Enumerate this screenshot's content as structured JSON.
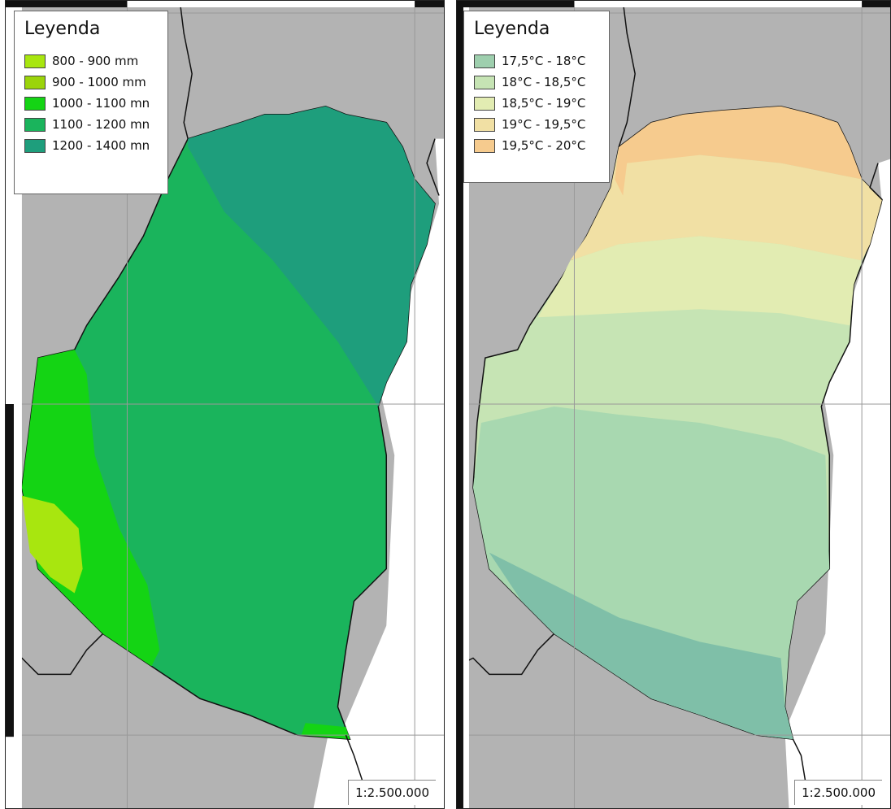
{
  "maps": [
    {
      "legend": {
        "title": "Leyenda",
        "items": [
          {
            "label": "800 - 900 mm",
            "color": "#a8e60f"
          },
          {
            "label": "900 - 1000 mm",
            "color": "#9bd40a"
          },
          {
            "label": "1000 - 1100 mn",
            "color": "#14d414"
          },
          {
            "label": "1100 - 1200 mn",
            "color": "#1ab45c"
          },
          {
            "label": "1200 - 1400 mn",
            "color": "#1e9e7c"
          }
        ]
      },
      "scale": "1:2.500.000"
    },
    {
      "legend": {
        "title": "Leyenda",
        "items": [
          {
            "label": "17,5°C - 18°C",
            "color": "#9ecfae"
          },
          {
            "label": "18°C - 18,5°C",
            "color": "#c6e4b4"
          },
          {
            "label": "18,5°C - 19°C",
            "color": "#e2ecb2"
          },
          {
            "label": "19°C - 19,5°C",
            "color": "#f1e0a4"
          },
          {
            "label": "19,5°C - 20°C",
            "color": "#f6cb8e"
          }
        ]
      },
      "scale": "1:2.500.000"
    }
  ],
  "colors": {
    "neighbor_land": "#b3b3b3",
    "water": "#ffffff",
    "border": "#111111",
    "grid": "#999999",
    "frame_dark": "#111111"
  }
}
